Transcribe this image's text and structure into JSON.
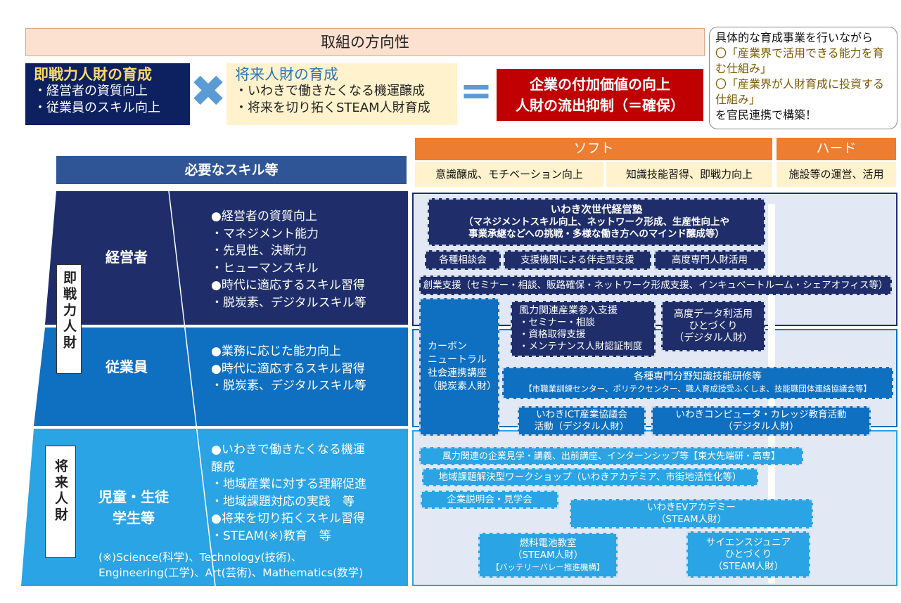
{
  "header": {
    "title": "取組の方向性",
    "box1": {
      "title": "即戦力人財の育成",
      "items": [
        "・経営者の資質向上",
        "・従業員のスキル向上"
      ]
    },
    "cross_symbol": "✖",
    "box2": {
      "title": "将来人財の育成",
      "items": [
        "・いわきで働きたくなる機運醸成",
        "・将来を切り拓くSTEAM人財育成"
      ]
    },
    "equals_symbol": "=",
    "box3": {
      "lines": [
        "企業の付加価値の向上",
        "人財の流出抑制（＝確保）"
      ]
    }
  },
  "callout": {
    "lines": [
      "具体的な育成事業を行いながら",
      "〇「産業界で活用できる能力を育む仕組み」",
      "〇「産業界が人財育成に投資する仕組み」",
      "を官民連携で構築！"
    ]
  },
  "columns": {
    "soft": "ソフト",
    "hard": "ハード",
    "sub1": "意識醸成、モチベーション向上",
    "sub2": "知識技能習得、即戦力向上",
    "sub3": "施設等の運営、活用"
  },
  "skills_header": "必要なスキル等",
  "rows": {
    "label_sokusenryoku": "即戦力人財",
    "label_shourai": "将来人財",
    "keieisha": {
      "role": "経営者",
      "skills": [
        "●経営者の資質向上",
        "・マネジメント能力",
        "・先見性、決断力",
        "・ヒューマンスキル",
        "●時代に適応するスキル習得",
        "・脱炭素、デジタルスキル等"
      ]
    },
    "jugyoin": {
      "role": "従業員",
      "skills": [
        "●業務に応じた能力向上",
        "●時代に適応するスキル習得",
        "・脱炭素、デジタルスキル等"
      ]
    },
    "jido": {
      "role_lines": [
        "児童・生徒",
        "学生等"
      ],
      "skills": [
        "●いわきで働きたくなる機運",
        "醸成",
        "・地域産業に対する理解促進",
        "・地域課題対応の実践　等",
        "●将来を切り拓くスキル習得",
        "・STEAM(※)教育　等"
      ]
    },
    "footnote": [
      "(※)Science(科学)、Technology(技術)、",
      "Engineering(工学)、Art(芸術)、Mathematics(数学)"
    ]
  },
  "programs": {
    "p1": [
      "いわき次世代経営塾",
      "（マネジメントスキル向上、ネットワーク形成、生産性向上や",
      "事業承継などへの挑戦・多様な働き方へのマインド醸成等）"
    ],
    "p2": [
      "各種相談会"
    ],
    "p3": [
      "支援機関による伴走型支援"
    ],
    "p4": [
      "高度専門人財活用"
    ],
    "p5": [
      "創業支援（セミナー・相談、販路確保・ネットワーク形成支援、インキュベートルーム・シェアオフィス等）"
    ],
    "p6": [
      "カーボン",
      "ニュートラル",
      "社会連携講座",
      "（脱炭素人財）"
    ],
    "p7": [
      "風力関連産業参入支援",
      "・セミナー・相談",
      "・資格取得支援",
      "・メンテナンス人財認証制度"
    ],
    "p8": [
      "高度データ利活用",
      "ひとづくり",
      "（デジタル人財）"
    ],
    "p9": [
      "各種専門分野知識技能研修等",
      "【市職業訓練センター、ポリテクセンター、職人育成授受ふくしま、技能職団体連絡協議会等】"
    ],
    "p10": [
      "いわきICT産業協議会",
      "活動（デジタル人財）"
    ],
    "p11": [
      "いわきコンピュータ・カレッジ教育活動",
      "（デジタル人財）"
    ],
    "p12": [
      "風力関連の企業見学・講義、出前講座、インターンシップ等【東大先端研・高専】"
    ],
    "p13": [
      "地域課題解決型ワークショップ（いわきアカデミア、市街地活性化等）"
    ],
    "p14": [
      "企業説明会・見学会"
    ],
    "p15": [
      "いわきEVアカデミー",
      "（STEAM人財）"
    ],
    "p16": [
      "燃料電池教室",
      "（STEAM人財）",
      "【バッテリーバレー推進機構】"
    ],
    "p17": [
      "サイエンスジュニア",
      "ひとづくり",
      "（STEAM人財）"
    ]
  },
  "colors": {
    "navy": "#1f2e6b",
    "blue": "#0f6fc0",
    "sky": "#2aa4e4",
    "orange": "#ed7d31",
    "red": "#c00000"
  }
}
